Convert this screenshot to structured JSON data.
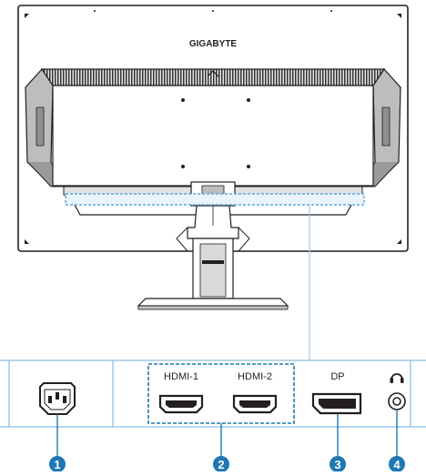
{
  "monitor": {
    "brand": "GIGABYTE"
  },
  "ports": [
    {
      "id": "power",
      "label": "",
      "icon": "iec-power-inlet-icon",
      "callout": "1"
    },
    {
      "id": "hdmi-1",
      "label": "HDMI-1",
      "icon": "hdmi-port-icon",
      "callout": "2"
    },
    {
      "id": "hdmi-2",
      "label": "HDMI-2",
      "icon": "hdmi-port-icon",
      "callout": "2"
    },
    {
      "id": "dp",
      "label": "DP",
      "icon": "displayport-icon",
      "callout": "3"
    },
    {
      "id": "audio",
      "label": "",
      "icon": "headphone-icon",
      "callout": "4"
    }
  ],
  "callouts": [
    "1",
    "2",
    "3",
    "4"
  ],
  "colors": {
    "accent_blue": "#1f78b4",
    "panel_border": "#9ec9e6",
    "outline": "#231f20",
    "monitor_gray": "#bdbdbd"
  }
}
